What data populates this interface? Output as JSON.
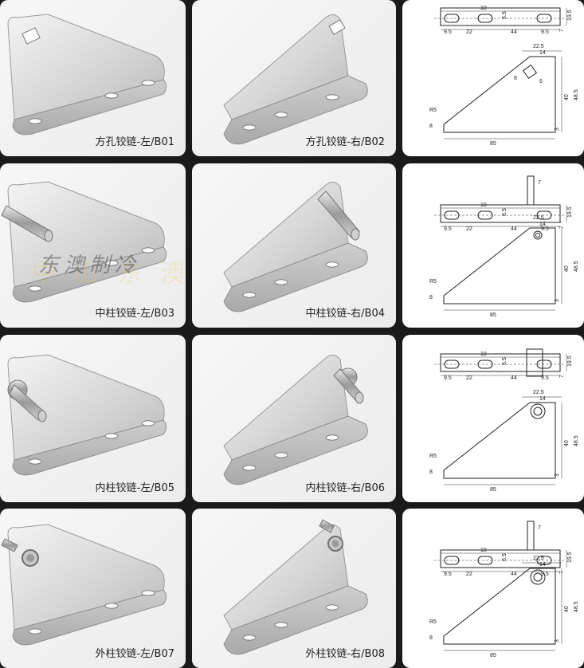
{
  "products": [
    {
      "caption": "方孔铰链-左/B01",
      "side": "left",
      "type": "square"
    },
    {
      "caption": "方孔铰链-右/B02",
      "side": "right",
      "type": "square"
    },
    {
      "caption": "中柱铰链-左/B03",
      "side": "left",
      "type": "mid"
    },
    {
      "caption": "中柱铰链-右/B04",
      "side": "right",
      "type": "mid"
    },
    {
      "caption": "内柱铰链-左/B05",
      "side": "left",
      "type": "inner"
    },
    {
      "caption": "内柱铰链-右/B06",
      "side": "right",
      "type": "inner"
    },
    {
      "caption": "外柱铰链-左/B07",
      "side": "left",
      "type": "outer"
    },
    {
      "caption": "外柱铰链-右/B08",
      "side": "right",
      "type": "outer"
    }
  ],
  "watermark": {
    "line1": "东澳制冷",
    "line2": "中山东澳"
  },
  "drawings": {
    "top": {
      "d1": "9.5",
      "d2": "22",
      "d3": "44",
      "d4": "9.5",
      "slot_w": "10",
      "slot_h": "6.5",
      "height": "19.5",
      "thick": "7"
    },
    "side": {
      "w_total": "85",
      "top_w": "22.5",
      "top_inner": "14",
      "h1": "40",
      "h2": "48.5",
      "radius": "R5",
      "flange": "8",
      "t": "3"
    },
    "square_hole": {
      "a": "8",
      "b": "6"
    },
    "pin_len": "7"
  }
}
